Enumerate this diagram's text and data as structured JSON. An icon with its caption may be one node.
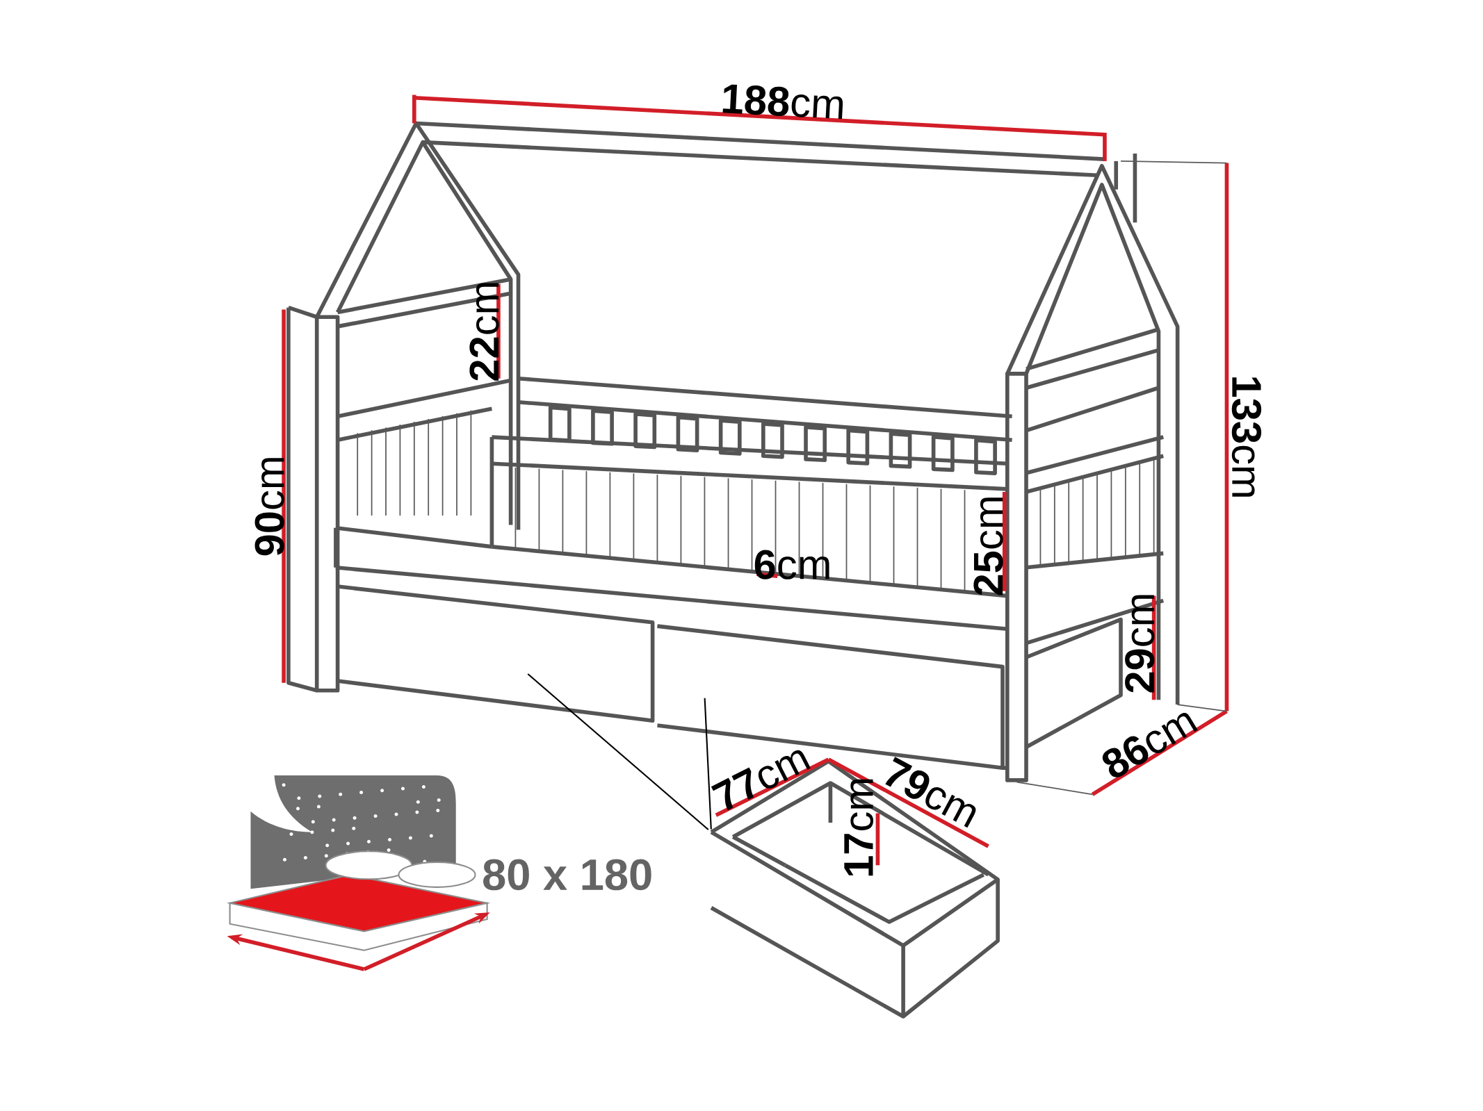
{
  "diagram": {
    "nodes": [
      {
        "text": [],
        "shape": "picture"
      },
      {
        "text": [],
        "shape": "picture"
      },
      {
        "text": [],
        "shape": "picture"
      }
    ],
    "edges": [
      {
        "from": 0,
        "to": 2,
        "arrow": "none"
      },
      {
        "from": 1,
        "to": 2,
        "arrow": "none"
      }
    ],
    "labels": [
      "**188**cm",
      "**133**cm",
      "**90**cm",
      "**22**cm",
      "**6**cm",
      "**25**cm",
      "**29**cm",
      "**86**cm",
      "**77**cm",
      "**79**cm",
      "**17**cm",
      "80 x 180"
    ]
  }
}
